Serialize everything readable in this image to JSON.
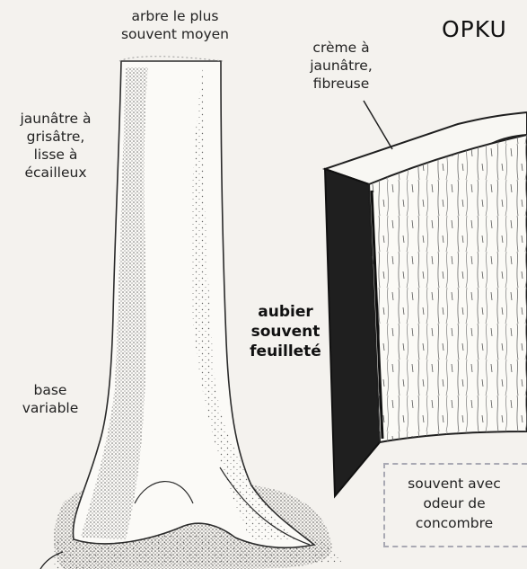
{
  "title": "OPKU",
  "labels": {
    "top": [
      "arbre le plus",
      "souvent moyen"
    ],
    "bark": [
      "jaunâtre à",
      "grisâtre,",
      "lisse à",
      "écailleux"
    ],
    "base": [
      "base",
      "variable"
    ],
    "sapwood": [
      "aubier",
      "souvent",
      "feuilleté"
    ],
    "wood": [
      "crème à",
      "jaunâtre,",
      "fibreuse"
    ],
    "odor": [
      "souvent avec",
      "odeur de",
      "concombre"
    ]
  },
  "colors": {
    "background": "#f4f2ee",
    "ink": "#1a1a1a",
    "dashed_border": "#a9a9b3"
  }
}
